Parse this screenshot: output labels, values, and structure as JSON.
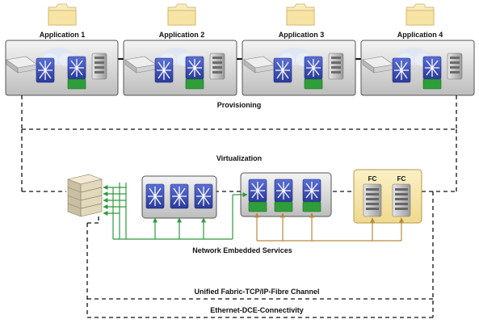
{
  "applications": [
    {
      "label": "Application 1"
    },
    {
      "label": "Application 2"
    },
    {
      "label": "Application 3"
    },
    {
      "label": "Application 4"
    }
  ],
  "labels": {
    "provisioning": "Provisioning",
    "virtualization": "Virtualization",
    "network_embedded_services": "Network Embedded Services",
    "unified_fabric": "Unified Fabric-TCP/IP-Fibre Channel",
    "ethernet_dce": "Ethernet-DCE-Connectivity",
    "fc": "FC"
  },
  "colors": {
    "switch_blue": "#3a4fb8",
    "switch_green": "#2f9e3a",
    "green_link": "#2e9a3c",
    "orange_link": "#b9893a",
    "fc_box": "#f6e7b1"
  },
  "icons": [
    "folder-icon",
    "server-tower-icon",
    "network-switch-icon",
    "rack-server-icon",
    "storage-array-icon",
    "cloud-icon"
  ]
}
